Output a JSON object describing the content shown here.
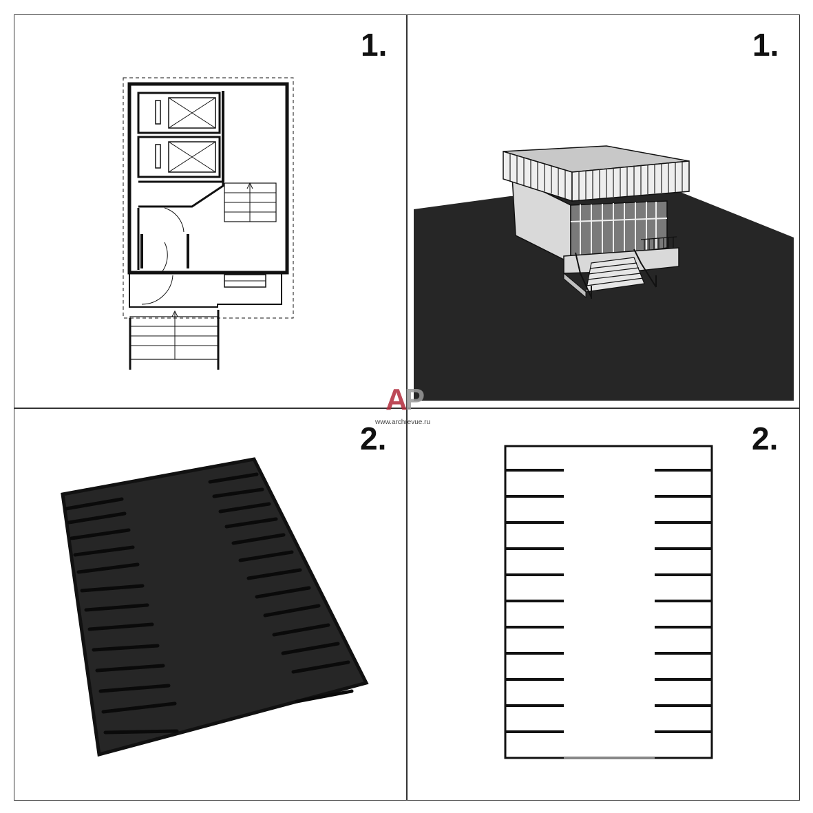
{
  "panels": [
    {
      "id": "plan-building",
      "label": "1."
    },
    {
      "id": "render-building",
      "label": "1."
    },
    {
      "id": "render-parking",
      "label": "2."
    },
    {
      "id": "plan-parking",
      "label": "2."
    }
  ],
  "watermark": {
    "logo_a": "A",
    "logo_p": "P",
    "site": "www.archrevue.ru"
  },
  "colors": {
    "line": "#111111",
    "ground": "#262626",
    "roof": "#c8c8c8",
    "wall": "#d9d9d9",
    "brand": "#b22a3a"
  }
}
